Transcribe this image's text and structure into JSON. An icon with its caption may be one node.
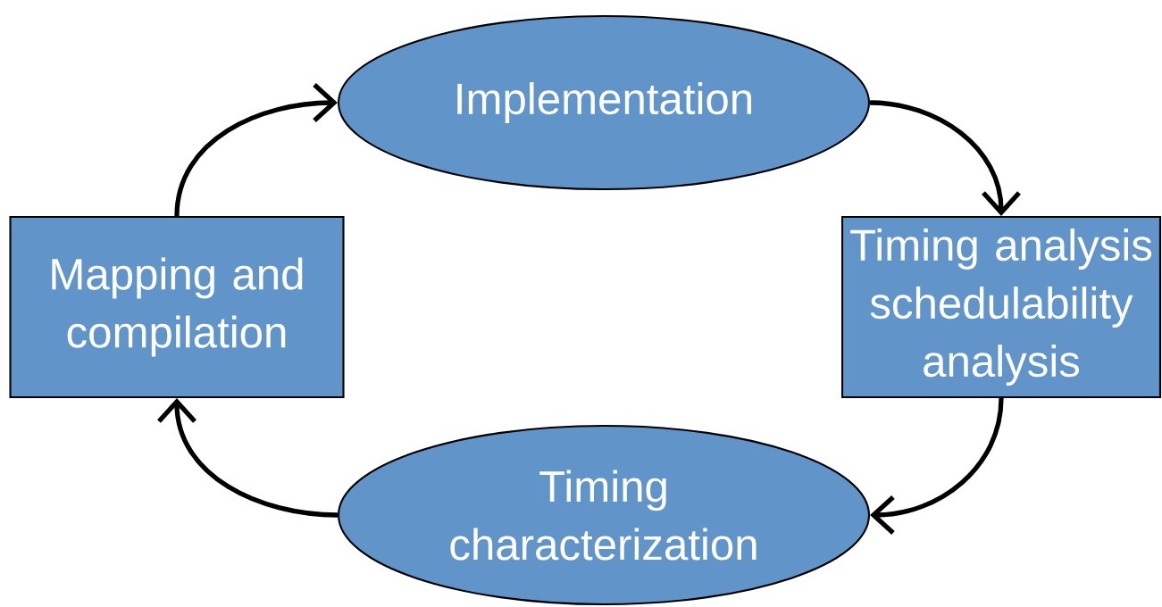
{
  "diagram": {
    "nodes": [
      {
        "text": [
          "Implementation"
        ]
      },
      {
        "text": [
          "Timing analysis schedulability analysis"
        ]
      },
      {
        "text": [
          "Timing characterization"
        ]
      },
      {
        "text": [
          "Mapping and compilation"
        ]
      }
    ],
    "edges": [
      {
        "from": 3,
        "to": 0,
        "arrow": "to"
      },
      {
        "from": 0,
        "to": 1,
        "arrow": "to"
      },
      {
        "from": 1,
        "to": 2,
        "arrow": "to"
      },
      {
        "from": 2,
        "to": 3,
        "arrow": "to"
      }
    ]
  }
}
